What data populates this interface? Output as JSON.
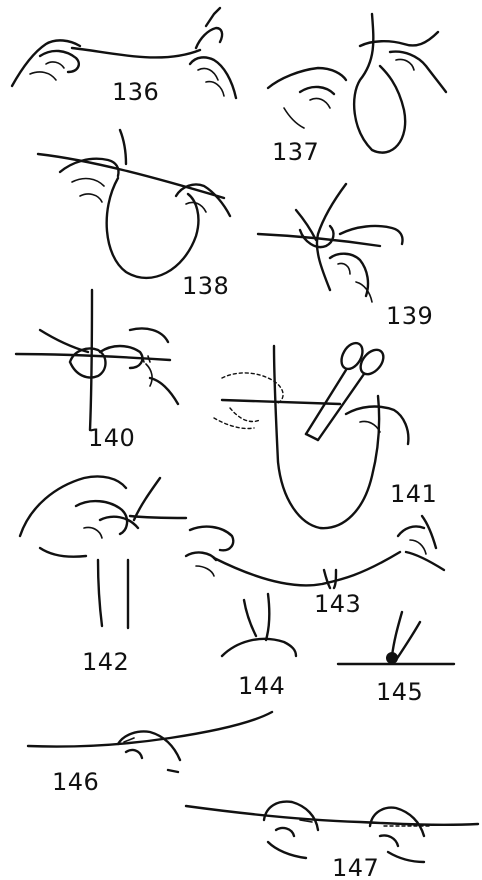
{
  "figures": [
    {
      "id": "f136",
      "label": "136"
    },
    {
      "id": "f137",
      "label": "137"
    },
    {
      "id": "f138",
      "label": "138"
    },
    {
      "id": "f139",
      "label": "139"
    },
    {
      "id": "f140",
      "label": "140"
    },
    {
      "id": "f141",
      "label": "141"
    },
    {
      "id": "f142",
      "label": "142"
    },
    {
      "id": "f143",
      "label": "143"
    },
    {
      "id": "f144",
      "label": "144"
    },
    {
      "id": "f145",
      "label": "145"
    },
    {
      "id": "f146",
      "label": "146"
    },
    {
      "id": "f147",
      "label": "147"
    }
  ]
}
